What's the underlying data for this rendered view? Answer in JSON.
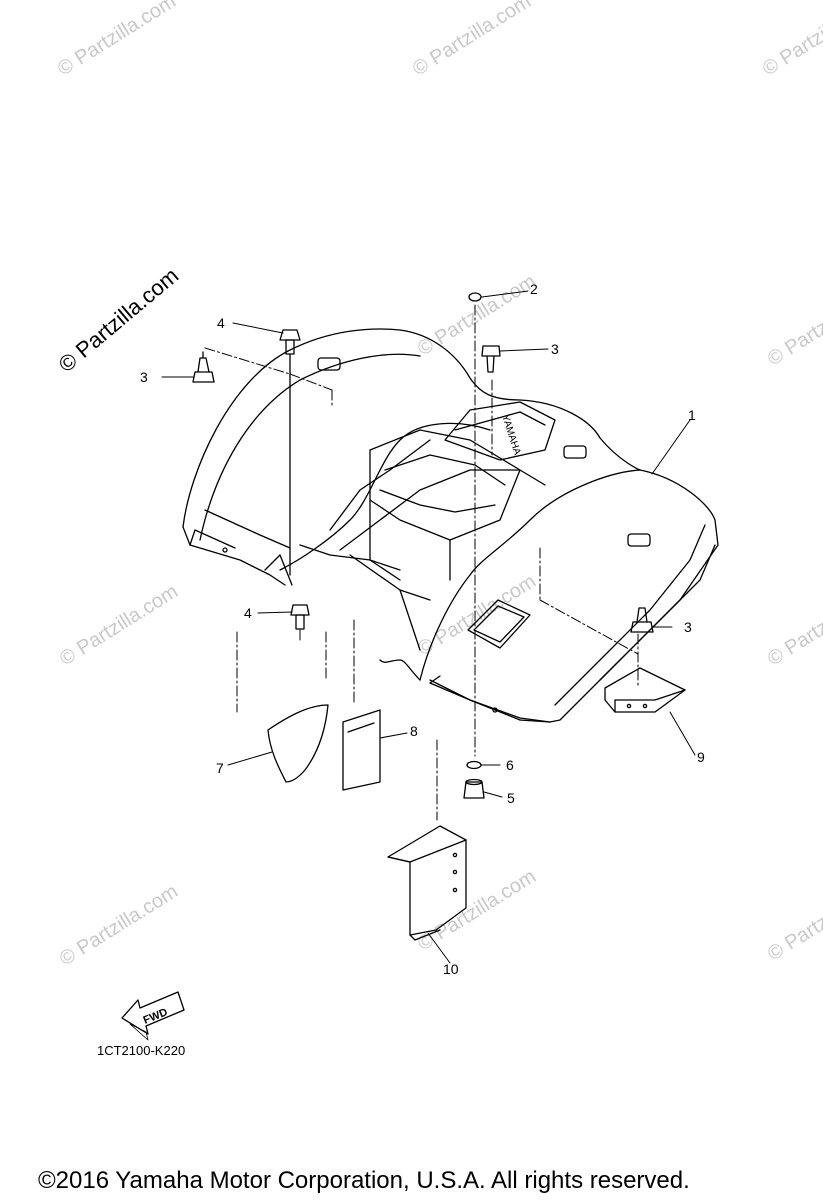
{
  "watermarks": {
    "main": "© Partzilla.com",
    "faint": "© Partzilla.com"
  },
  "diagram": {
    "brand_on_part": "YAMAHA",
    "fwd_label": "FWD",
    "diagram_code": "1CT2100-K220",
    "copyright": "©2016  Yamaha Motor Corporation, U.S.A. All rights reserved."
  },
  "callouts": [
    "1",
    "2",
    "3",
    "3",
    "3",
    "4",
    "4",
    "5",
    "6",
    "7",
    "8",
    "9",
    "10"
  ]
}
